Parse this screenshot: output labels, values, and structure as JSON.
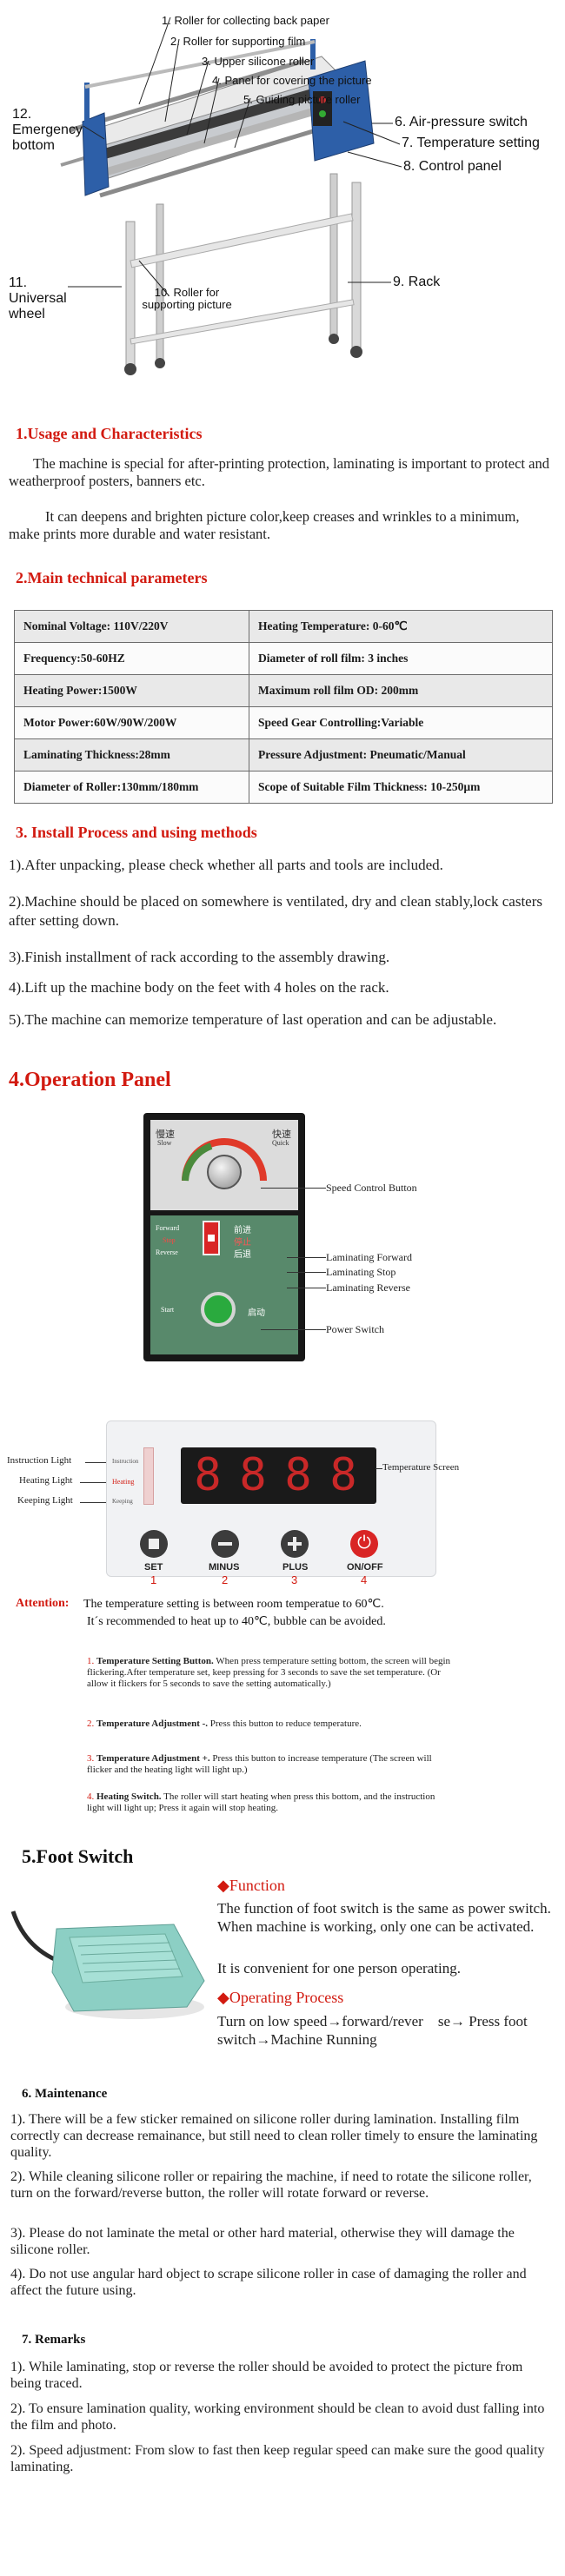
{
  "figure": {
    "labels": [
      "1. Roller for collecting back paper",
      "2. Roller for supporting film",
      "3. Upper silicone roller",
      "4. Panel for covering the picture",
      "5. Guiding picture roller",
      "6. Air-pressure switch",
      "7. Temperature setting",
      "8. Control panel",
      "9. Rack",
      "10. Roller for supporting picture",
      "11. Universal wheel",
      "12. Emergency bottom"
    ]
  },
  "section1": {
    "title": "1.Usage and Characteristics",
    "p1": "The machine is special for after-printing protection, laminating is important to protect and weatherproof posters, banners etc.",
    "p2": "It can deepens and brighten picture color,keep creases and wrinkles to a minimum, make prints more durable and water resistant."
  },
  "section2": {
    "title": "2.Main technical parameters",
    "rows": [
      [
        "Nominal Voltage: 110V/220V",
        "Heating Temperature: 0-60℃"
      ],
      [
        "Frequency:50-60HZ",
        "Diameter of roll film: 3 inches"
      ],
      [
        "Heating Power:1500W",
        "Maximum roll film OD: 200mm"
      ],
      [
        "Motor Power:60W/90W/200W",
        "Speed Gear Controlling:Variable"
      ],
      [
        "Laminating Thickness:28mm",
        "Pressure Adjustment: Pneumatic/Manual"
      ],
      [
        "Diameter of Roller:130mm/180mm",
        "Scope of Suitable Film Thickness: 10-250µm"
      ]
    ]
  },
  "section3": {
    "title": "3. Install Process and using methods",
    "items": [
      "1).After unpacking, please check whether all parts and tools are included.",
      "2).Machine should be placed on somewhere is ventilated, dry and clean stably,lock casters after setting down.",
      "3).Finish installment of rack according to the assembly drawing.",
      "4).Lift up the machine body on the feet with 4 holes on the rack.",
      "5).The machine can memorize temperature of last operation and can be adjustable."
    ]
  },
  "section4": {
    "title": "4.Operation Panel",
    "panel": {
      "slow_cn": "慢速",
      "slow_en": "Slow",
      "quick_cn": "快速",
      "quick_en": "Quick",
      "forward_en": "Forward",
      "forward_cn": "前进",
      "stop_en": "Stop",
      "stop_cn": "停止",
      "reverse_en": "Reverse",
      "reverse_cn": "后退",
      "start_en": "Start",
      "start_cn": "启动"
    },
    "annotations": {
      "speed": "Speed Control Button",
      "forward": "Laminating Forward",
      "stop": "Laminating Stop",
      "reverse": "Laminating Reverse",
      "power": "Power Switch"
    },
    "temp_panel": {
      "instruction_light": "Instruction Light",
      "heating_light": "Heating Light",
      "keeping_light": "Keeping Light",
      "ind_instruction": "Instruction",
      "ind_heating": "Heating",
      "ind_keeping": "Keeping",
      "screen": "Temperature Screen",
      "digits": [
        "8",
        "8",
        "8",
        "8"
      ],
      "buttons": [
        "SET",
        "MINUS",
        "PLUS",
        "ON/OFF"
      ],
      "numbers": [
        "1",
        "2",
        "3",
        "4"
      ]
    },
    "attention_label": "Attention:",
    "attention_1": "The temperature setting is between room temperatue to 60℃.",
    "attention_2": "It´s recommended to heat up to 40℃, bubble can be avoided.",
    "notes": [
      {
        "num": "1.",
        "bold": "Temperature Setting Button.",
        "text": " When press temperature setting bottom, the screen will begin flickering.After temperature set, keep pressing for 3 seconds to save the set temperature. (Or allow it flickers for 5 seconds to save the setting automatically.)"
      },
      {
        "num": "2.",
        "bold": "Temperature Adjustment -.",
        "text": " Press this button to reduce temperature."
      },
      {
        "num": "3.",
        "bold": "Temperature Adjustment +.",
        "text": " Press this button to increase temperature (The screen will flicker and the heating light will light up.)"
      },
      {
        "num": "4.",
        "bold": "Heating Switch.",
        "text": " The roller will start heating when press this bottom, and the instruction light will light up; Press it again will stop heating."
      }
    ]
  },
  "section5": {
    "title": "5.Foot Switch",
    "function_head": "◆Function",
    "function_text": "The function of foot switch is the same as power switch. When machine is working, only one can be activated.",
    "function_text2": "It is convenient for one person operating.",
    "process_head": "◆Operating Process",
    "process_text": "Turn on low speed→forward/rever    se→ Press foot switch→Machine Running"
  },
  "section6": {
    "title": "6. Maintenance",
    "items": [
      "1). There will be a few sticker remained on silicone roller during lamination. Installing film correctly can decrease remainance, but still need to clean roller timely to ensure the laminating quality.",
      "2). While cleaning silicone roller or repairing the machine, if need to rotate the silicone roller, turn on the forward/reverse button, the roller will rotate forward or reverse.",
      "3). Please do not laminate the metal or other hard material, otherwise they will damage the silicone roller.",
      "4). Do not use angular hard object to scrape silicone roller in case of damaging the roller and affect the future using."
    ]
  },
  "section7": {
    "title": "7. Remarks",
    "items": [
      "1). While laminating, stop or reverse the roller should be avoided to protect the picture from being traced.",
      "2). To ensure lamination quality, working environment should be clean to avoid dust falling into the film and photo.",
      "2). Speed adjustment: From slow to fast then keep regular speed can make sure the good quality laminating."
    ]
  }
}
